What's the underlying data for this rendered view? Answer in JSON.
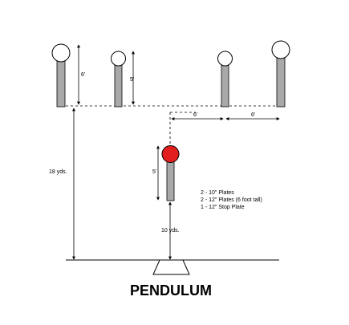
{
  "diagram": {
    "title": "PENDULUM",
    "colors": {
      "stop_plate": "#e31e1e",
      "post": "#a9a9a9",
      "plate": "#ffffff",
      "line": "#000000"
    },
    "plate_height_6": "6'",
    "plate_height_5_left": "5'",
    "spacing_left": "6'",
    "spacing_right": "6'",
    "stop_plate_height": "5'",
    "distance_18": "18 yds.",
    "distance_10": "10 yds.",
    "legend": [
      "2 - 10\" Plates",
      "2 - 12\" Plates (6 foot tall)",
      "1 - 12\" Stop Plate"
    ]
  }
}
